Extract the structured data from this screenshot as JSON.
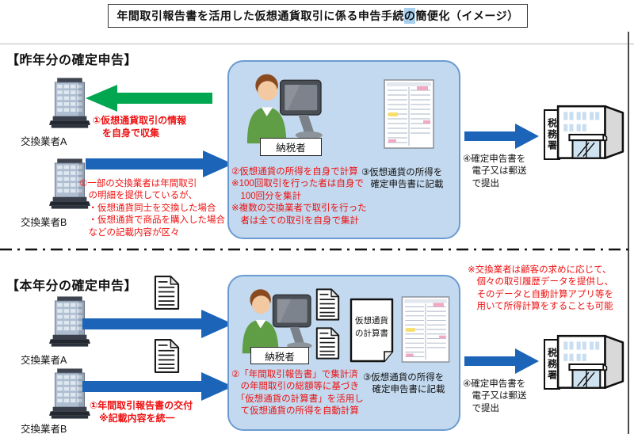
{
  "colors": {
    "arrow_green": "#00A650",
    "arrow_blue": "#1B64B8",
    "red_text": "#EE1111",
    "panel_fill": "#C2D9EF",
    "panel_border": "#6B9BD2",
    "title_highlight": "#A8D0EE"
  },
  "title": {
    "pre": "年間取引報告書を活用した仮想通貨取引に係る申告手続",
    "highlight": "の",
    "post": "簡便化（イメージ）"
  },
  "last_year": {
    "heading": "【昨年分の確定申告】",
    "exchange_a_label": "交換業者A",
    "exchange_b_label": "交換業者B",
    "taxpayer_label": "納税者",
    "tax_office_label": "税務署",
    "note_collect": "①仮想通貨取引の情報\n　を自身で収集",
    "note_exchange_b": "①一部の交換業者は年間取引\n　の明細を提供しているが、\n　・仮想通貨同士を交換した場合\n　・仮想通貨で商品を購入した場合\n　などの記載内容が区々",
    "step2": "②仮想通貨の所得を自身で計算\n※100回取引を行った者は自身で\n　100回分を集計\n※複数の交換業者で取引を行った\n　者は全ての取引を自身で集計",
    "step3": "③仮想通貨の所得を\n　確定申告書に記載",
    "step4": "④確定申告書を\n　電子又は郵送\n　で提出"
  },
  "this_year": {
    "heading": "【本年分の確定申告】",
    "exchange_a_label": "交換業者A",
    "exchange_b_label": "交換業者B",
    "taxpayer_label": "納税者",
    "tax_office_label": "税務署",
    "calc_sheet_label": "仮想通貨\nの計算書",
    "note_issue": "①年間取引報告書の交付\n　※記載内容を統一",
    "step2": "②「年間取引報告書」で集計済\n　の年間取引の総額等に基づき\n　「仮想通貨の計算書」を活用し\n　て仮想通貨の所得を自動計算",
    "step3": "③仮想通貨の所得を\n　確定申告書に記載",
    "step4": "④確定申告書を\n　電子又は郵送\n　で提出",
    "side_note": "※交換業者は顧客の求めに応じて、\n　個々の取引履歴データを提供し、\n　そのデータと自動計算アプリ等を\n　用いて所得計算をすることも可能"
  }
}
